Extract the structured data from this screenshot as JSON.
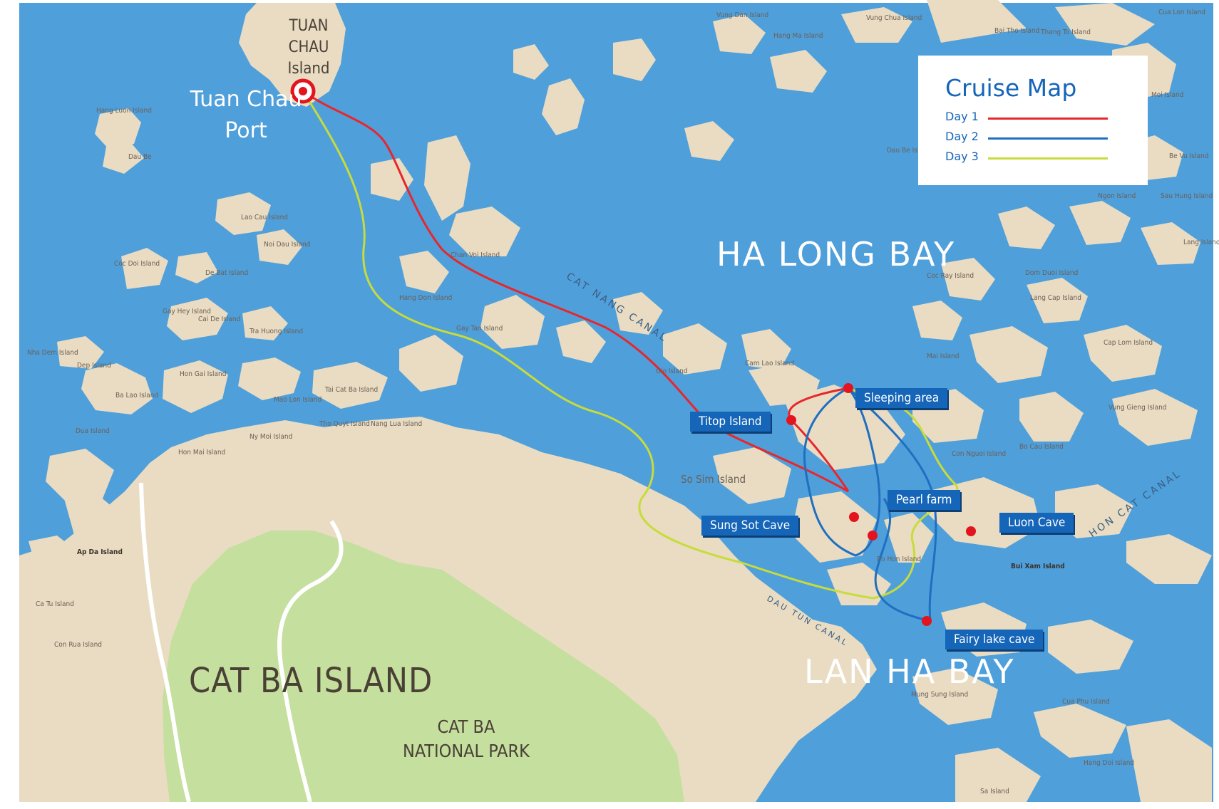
{
  "legend": {
    "title": "Cruise Map",
    "days": [
      {
        "label": "Day 1",
        "color": "#e8262b"
      },
      {
        "label": "Day 2",
        "color": "#1f6fc1"
      },
      {
        "label": "Day 3",
        "color": "#c7dc3a"
      }
    ]
  },
  "colors": {
    "water": "#4f9fdb",
    "land": "#e9dcc2",
    "park": "#c4df9e",
    "poi": "#1565b8",
    "stop": "#e3141d"
  },
  "regions": {
    "tuan_chau_line1": "TUAN CHAU",
    "tuan_chau_line2": "Island",
    "port_line1": "Tuan Chau",
    "port_line2": "Port",
    "halong": "HA LONG BAY",
    "lanha": "LAN HA BAY",
    "catba": "CAT BA ISLAND",
    "park_line1": "CAT BA",
    "park_line2": "NATIONAL PARK",
    "canal1": "CAT NANG CANAL",
    "canal2": "HON CAT CANAL",
    "canal3": "DAU TUN CANAL"
  },
  "stops": {
    "titop": "Titop Island",
    "sleeping": "Sleeping area",
    "pearl": "Pearl farm",
    "sungsot": "Sung Sot Cave",
    "luon": "Luon Cave",
    "fairy": "Fairy lake cave"
  },
  "islands": [
    "Vung Dan Island",
    "Vung Chua Island",
    "Hang Ma Island",
    "Bai Tho Island",
    "Thang To Island",
    "Cua Lon Island",
    "Hang Luon Island",
    "Dau Be",
    "Lao Cau Island",
    "Coc Doi Island",
    "Noi Dau Island",
    "De Bat Island",
    "Chan Voi Island",
    "Hang Don Island",
    "Gay Tan Island",
    "Gay Hey Island",
    "Cai De Island",
    "Tra Huong Island",
    "Nha Dem Island",
    "Dep Island",
    "Hon Gai Island",
    "Ba Lao Island",
    "Mao Lon Island",
    "Tai Cat Ba Island",
    "Dua Island",
    "Ny Moi Island",
    "Tho Quyt Island",
    "Nang Lua Island",
    "Hon Mai Island",
    "Ap Da Island",
    "Ca Tu Island",
    "Con Rua Island",
    "So Sim Island",
    "Bo Hon Island",
    "Bui Xam Island",
    "Cam Lao Island",
    "Gio Island",
    "Con Nguoi Island",
    "Bo Cau Island",
    "Coc Ray Island",
    "Dom Duoi Island",
    "Lang Cap Island",
    "Mai Island",
    "Cap Lom Island",
    "Vung Gieng Island",
    "Moi Island",
    "Be Vu Island",
    "Ngon Island",
    "Sau Hung Island",
    "Dau Be Island",
    "Lang Island",
    "Mung Sung Island",
    "Cua Phu Island",
    "Hang Doi Island",
    "Sa Island"
  ]
}
